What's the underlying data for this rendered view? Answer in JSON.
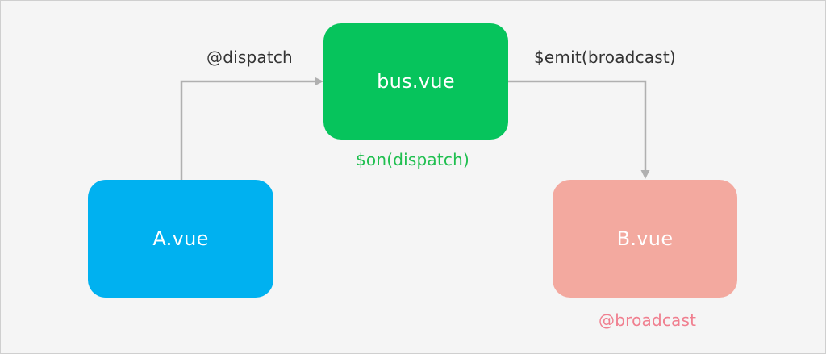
{
  "nodes": {
    "a": {
      "label": "A.vue",
      "color": "#00b1f0"
    },
    "bus": {
      "label": "bus.vue",
      "color": "#06c45c"
    },
    "b": {
      "label": "B.vue",
      "color": "#f3a99f"
    }
  },
  "edges": {
    "dispatch_label": "@dispatch",
    "emit_label": "$emit(broadcast)"
  },
  "annotations": {
    "on_dispatch": "$on(dispatch)",
    "broadcast": "@broadcast"
  },
  "colors": {
    "connector": "#b0b0b0",
    "background": "#f5f5f5",
    "on_dispatch_text": "#1fbf4f",
    "broadcast_text": "#f07f8f"
  }
}
